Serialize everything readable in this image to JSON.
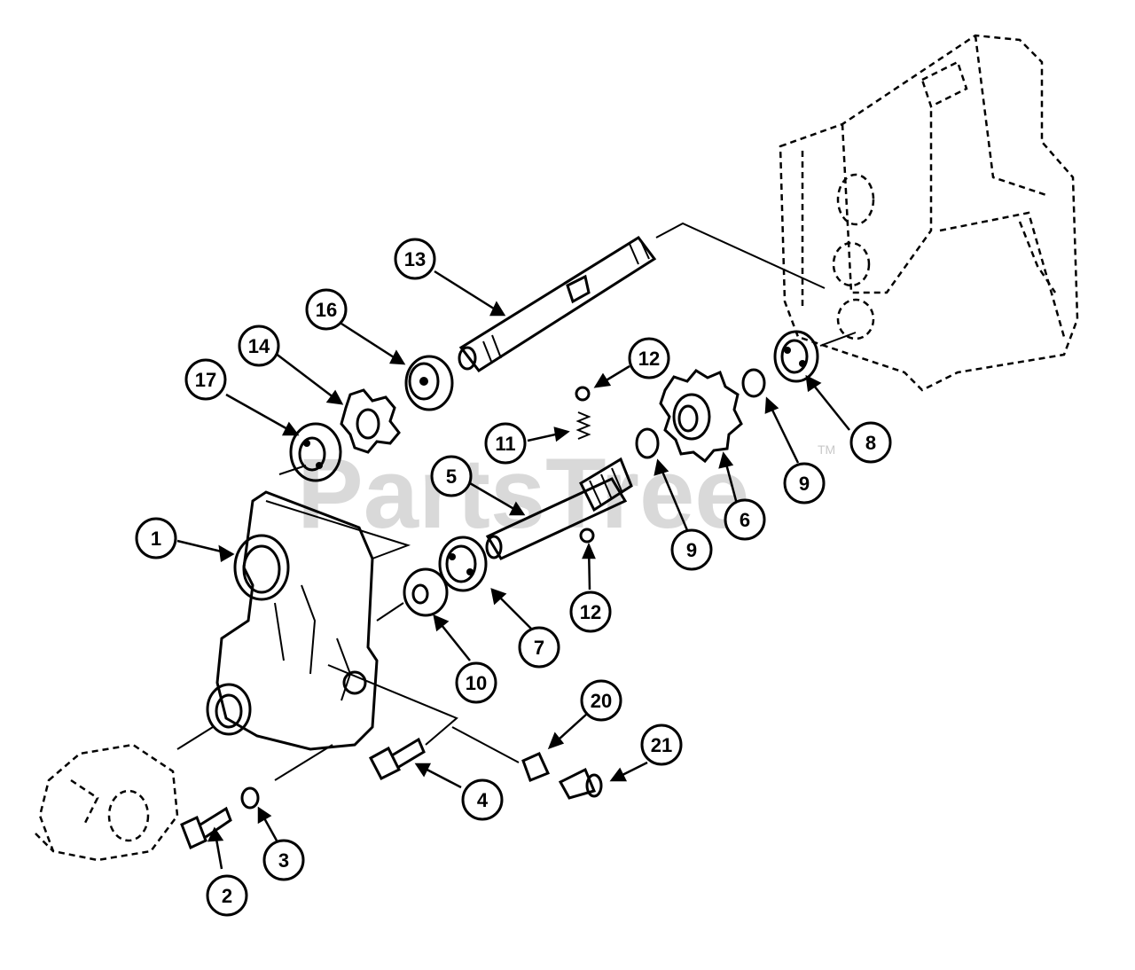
{
  "watermark": {
    "text": "PartsTree",
    "trademark": "TM"
  },
  "callouts": [
    {
      "id": "1",
      "label": "1"
    },
    {
      "id": "2",
      "label": "2"
    },
    {
      "id": "3",
      "label": "3"
    },
    {
      "id": "4",
      "label": "4"
    },
    {
      "id": "5",
      "label": "5"
    },
    {
      "id": "6",
      "label": "6"
    },
    {
      "id": "7",
      "label": "7"
    },
    {
      "id": "8",
      "label": "8"
    },
    {
      "id": "9a",
      "label": "9"
    },
    {
      "id": "9b",
      "label": "9"
    },
    {
      "id": "10",
      "label": "10"
    },
    {
      "id": "11",
      "label": "11"
    },
    {
      "id": "12a",
      "label": "12"
    },
    {
      "id": "12b",
      "label": "12"
    },
    {
      "id": "13",
      "label": "13"
    },
    {
      "id": "14",
      "label": "14"
    },
    {
      "id": "16",
      "label": "16"
    },
    {
      "id": "17",
      "label": "17"
    },
    {
      "id": "20",
      "label": "20"
    },
    {
      "id": "21",
      "label": "21"
    }
  ]
}
